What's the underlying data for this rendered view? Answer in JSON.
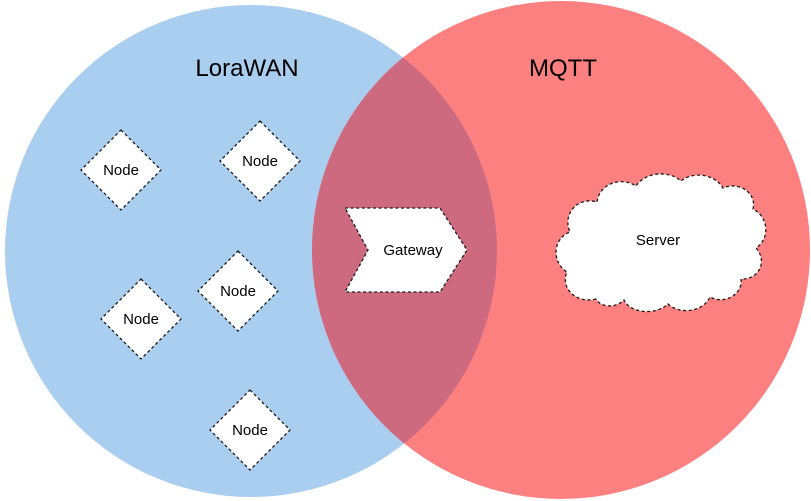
{
  "diagram": {
    "left_circle": {
      "title": "LoraWAN",
      "color": "#aaceef"
    },
    "right_circle": {
      "title": "MQTT",
      "color": "#fb807f"
    },
    "overlap": {
      "color": "#ce6a80"
    },
    "nodes": [
      {
        "label": "Node"
      },
      {
        "label": "Node"
      },
      {
        "label": "Node"
      },
      {
        "label": "Node"
      },
      {
        "label": "Node"
      }
    ],
    "gateway": {
      "label": "Gateway"
    },
    "server": {
      "label": "Server"
    },
    "shape_style": {
      "fill": "#ffffff",
      "stroke": "#1a1a1a"
    },
    "background": "#ffffff"
  }
}
